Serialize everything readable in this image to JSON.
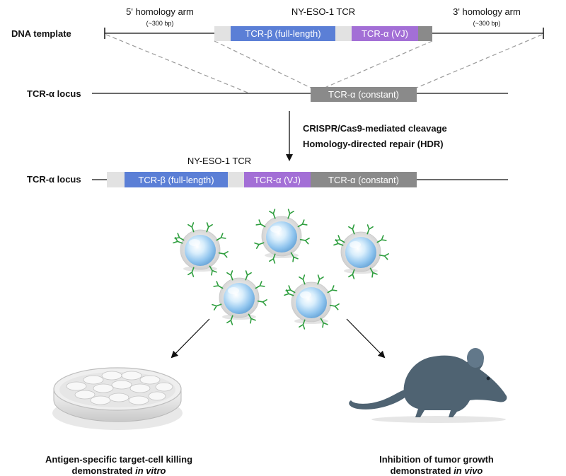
{
  "dna_template": {
    "label": "DNA template",
    "five_prime_arm": "5' homology arm",
    "five_prime_size": "(~300 bp)",
    "three_prime_arm": "3' homology arm",
    "three_prime_size": "(~300 bp)",
    "tcr_title": "NY-ESO-1 TCR",
    "segments": {
      "beta_full": "TCR-β (full-length)",
      "alpha_vj": "TCR-α (VJ)"
    }
  },
  "locus_before": {
    "label": "TCR-α locus",
    "constant": "TCR-α (constant)"
  },
  "process": {
    "line1": "CRISPR/Cas9-mediated cleavage",
    "line2": "Homology-directed repair (HDR)"
  },
  "locus_after": {
    "label": "TCR-α locus",
    "tcr_title": "NY-ESO-1 TCR",
    "beta_full": "TCR-β (full-length)",
    "alpha_vj": "TCR-α (VJ)",
    "constant": "TCR-α (constant)"
  },
  "outcomes": {
    "in_vitro": {
      "line1": "Antigen-specific target-cell killing",
      "line2_prefix": "demonstrated ",
      "line2_italic": "in vitro"
    },
    "in_vivo": {
      "line1": "Inhibition of tumor growth",
      "line2_prefix": "demonstrated ",
      "line2_italic": "in vivo"
    }
  },
  "colors": {
    "beta": "#5b7fd6",
    "alpha_vj": "#a36fd6",
    "constant": "#8a8a8a",
    "spacer": "#e2e2e2",
    "tcr_receptor": "#2e9e3e",
    "cell": "#8fc4ee",
    "mouse": "#4f6372"
  }
}
